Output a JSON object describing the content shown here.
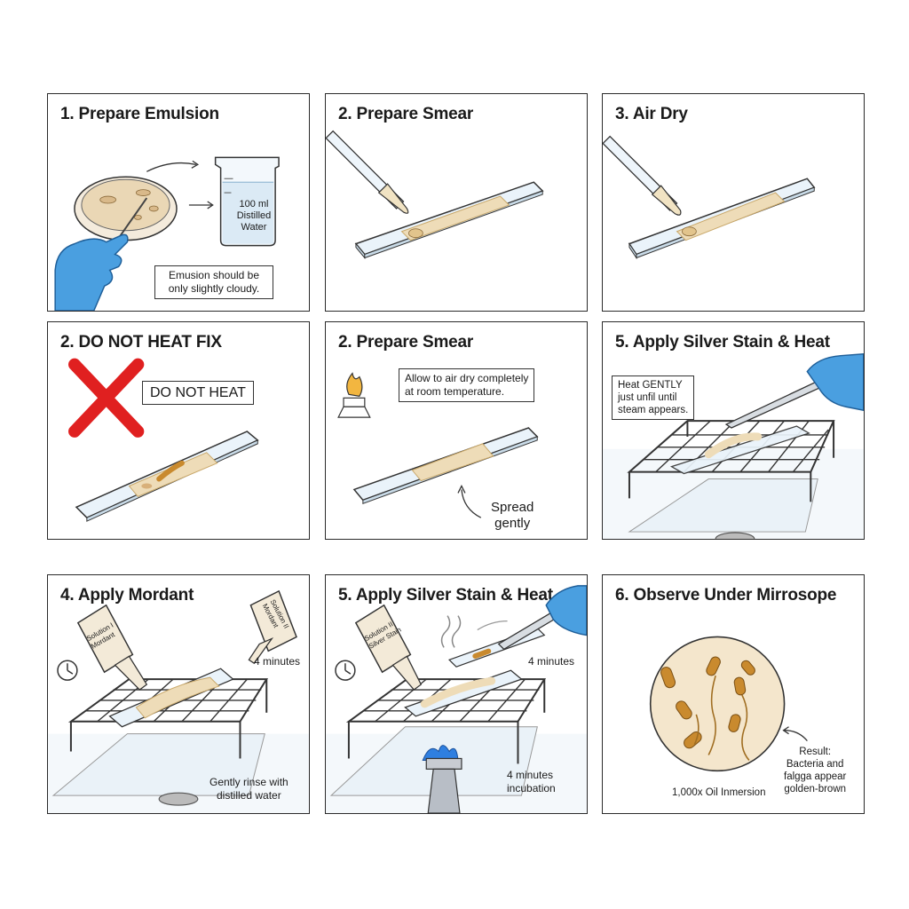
{
  "panels": [
    {
      "title": "1. Prepare Emulsion",
      "beaker_label": [
        "100 ml",
        "Distilled",
        "Water"
      ],
      "note": [
        "Emusion should be",
        "only slightly cloudy."
      ]
    },
    {
      "title": "2. Prepare Smear"
    },
    {
      "title": "3. Air Dry"
    },
    {
      "title": "2. DO NOT HEAT FIX",
      "warning": "DO NOT HEAT"
    },
    {
      "title": "2. Prepare Smear",
      "note": [
        "Allow to air dry completely",
        "at room temperature."
      ],
      "callout": [
        "Spread",
        "gently"
      ]
    },
    {
      "title": "5. Apply Silver Stain & Heat",
      "note": [
        "Heat GENTLY",
        "just unfil until",
        "steam appears."
      ]
    },
    {
      "title": "4. Apply Mordant",
      "bottle_left": [
        "Solution I",
        "Mordant"
      ],
      "bottle_right": [
        "Solution II",
        "Mordant"
      ],
      "time": "4 minutes",
      "note": [
        "Gently rinse with",
        "distilled water"
      ]
    },
    {
      "title": "5. Apply Silver Stain & Heat",
      "bottle": [
        "Solution II",
        "Silver Stain"
      ],
      "time": "4 minutes",
      "note": [
        "4 minutes",
        "incubation"
      ]
    },
    {
      "title": "6. Observe Under Mirrosope",
      "magnification": "1,000x Oil Inmersion",
      "result": [
        "Result:",
        "Bacteria and",
        "falgga appear",
        "golden-brown"
      ]
    }
  ],
  "colors": {
    "glove": "#4a9fe0",
    "slide": "#eaf3fa",
    "smear": "#eedcb8",
    "bacteria": "#c98a2e",
    "cross": "#e02020",
    "flame_blue": "#2f7fe0"
  }
}
